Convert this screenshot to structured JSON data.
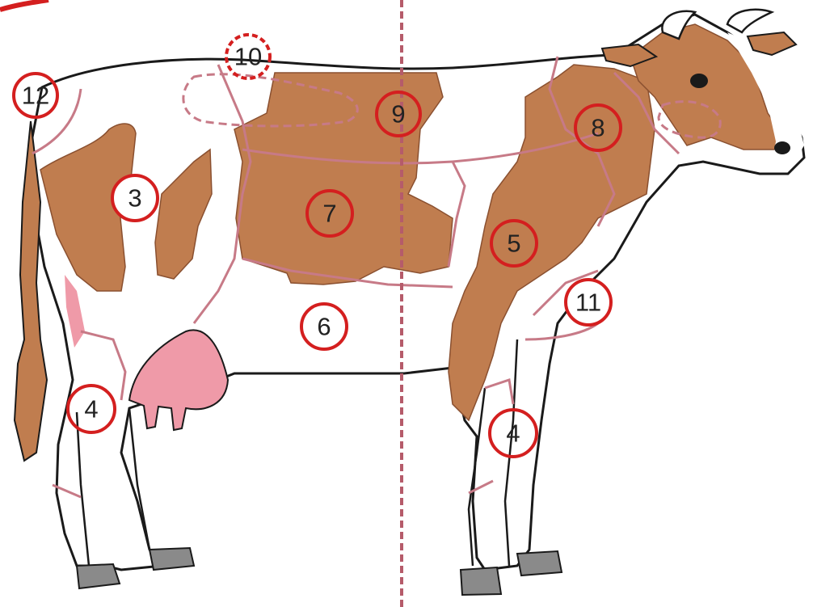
{
  "diagram": {
    "colors": {
      "background": "#ffffff",
      "patch": "#c07d4f",
      "outline": "#1a1a1a",
      "cut_line": "#c77a87",
      "marker_ring": "#d41f1f",
      "udder": "#ef9aa8",
      "hoof": "#8a8a8a"
    },
    "markers": [
      {
        "label": "12",
        "id": "marker-12"
      },
      {
        "label": "10",
        "id": "marker-10"
      },
      {
        "label": "9",
        "id": "marker-9"
      },
      {
        "label": "8",
        "id": "marker-8"
      },
      {
        "label": "3",
        "id": "marker-3"
      },
      {
        "label": "7",
        "id": "marker-7"
      },
      {
        "label": "5",
        "id": "marker-5"
      },
      {
        "label": "11",
        "id": "marker-11"
      },
      {
        "label": "6",
        "id": "marker-6"
      },
      {
        "label": "4",
        "id": "marker-4-rear"
      },
      {
        "label": "4",
        "id": "marker-4-front"
      }
    ]
  }
}
